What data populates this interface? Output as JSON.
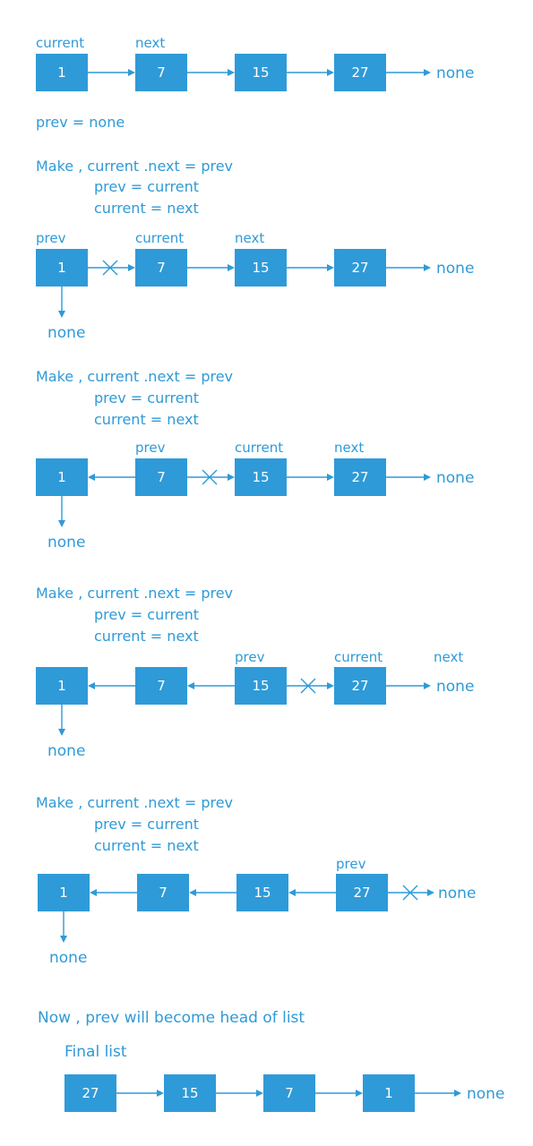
{
  "colors": {
    "accent": "#2f9ad8",
    "node_text": "#ffffff",
    "background": "#ffffff"
  },
  "initial": {
    "values": [
      "1",
      "7",
      "15",
      "27"
    ],
    "tail": "none",
    "labels": [
      "current",
      "next"
    ]
  },
  "prev_init": "prev  =  none",
  "make_step": {
    "line1": "Make ,   current .next  =  prev",
    "line2": "prev  =  current",
    "line3": "current  =  next"
  },
  "steps": [
    {
      "values": [
        "1",
        "7",
        "15",
        "27"
      ],
      "tail": "none",
      "below": "none",
      "labels": [
        "prev",
        "current",
        "next"
      ]
    },
    {
      "values": [
        "1",
        "7",
        "15",
        "27"
      ],
      "tail": "none",
      "below": "none",
      "labels": [
        "prev",
        "current",
        "next"
      ]
    },
    {
      "values": [
        "1",
        "7",
        "15",
        "27"
      ],
      "tail": "none",
      "below": "none",
      "labels": [
        "prev",
        "current",
        "next"
      ]
    },
    {
      "values": [
        "1",
        "7",
        "15",
        "27"
      ],
      "tail": "none",
      "below": "none",
      "labels": [
        "prev"
      ]
    }
  ],
  "conclusion": "Now ,  prev will become head of list",
  "final_title": "Final list",
  "final": {
    "values": [
      "27",
      "15",
      "7",
      "1"
    ],
    "tail": "none"
  }
}
